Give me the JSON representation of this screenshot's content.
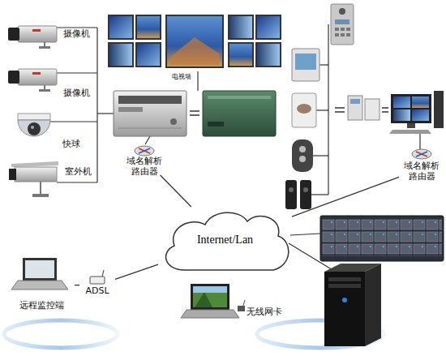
{
  "diagram": {
    "nodes": [
      {
        "text": [
          "摄像机"
        ]
      },
      {
        "text": [
          "摄像机"
        ]
      },
      {
        "text": [
          "快球"
        ]
      },
      {
        "text": [
          "室外机"
        ]
      },
      {
        "text": [
          "电视墙"
        ]
      },
      {
        "text": [
          "域名解析 路由器"
        ]
      },
      {
        "text": [
          "Internet/Lan"
        ]
      },
      {
        "text": [
          "域名解析 路由器"
        ]
      },
      {
        "text": [
          "ADSL"
        ]
      },
      {
        "text": [
          "远程监控端"
        ]
      },
      {
        "text": [
          "无线网卡"
        ]
      }
    ],
    "edges": [
      {
        "from": 5,
        "to": 6,
        "arrow": "none"
      },
      {
        "from": 6,
        "to": 7,
        "arrow": "none"
      },
      {
        "from": 6,
        "to": 8,
        "arrow": "none"
      },
      {
        "from": 8,
        "to": 9,
        "arrow": "none"
      }
    ]
  }
}
